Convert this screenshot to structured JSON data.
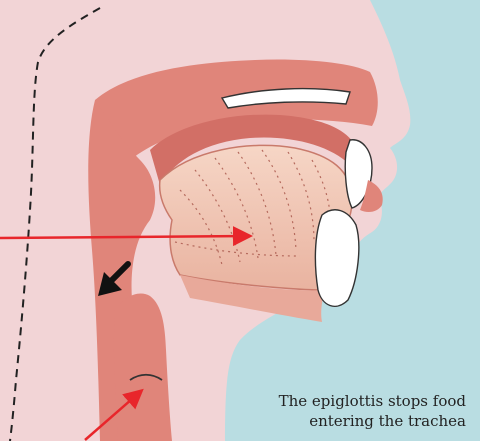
{
  "caption": {
    "line1": "The epiglottis stops food",
    "line2": "entering the trachea"
  },
  "colors": {
    "background": "#b9dde2",
    "skin": "#f2d4d6",
    "tissue": "#e0857a",
    "tissue_dark": "#d26f66",
    "tongue": "#efc4b4",
    "teeth": "#ffffff",
    "arrow_red": "#e8262b",
    "arrow_black": "#111111"
  },
  "icons": {
    "pointer_red": "red-arrow",
    "pointer_black": "black-arrow"
  }
}
